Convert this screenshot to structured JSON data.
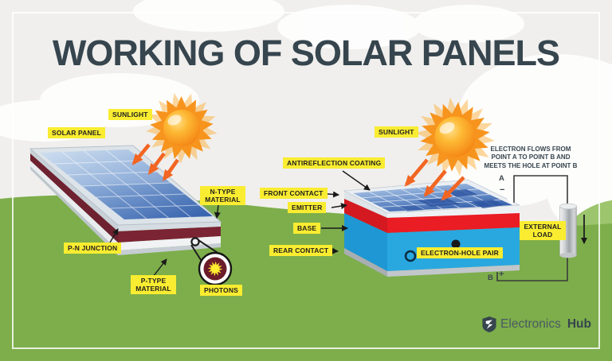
{
  "title": "WORKING OF SOLAR PANELS",
  "left_diagram": {
    "labels": {
      "sunlight": "SUNLIGHT",
      "solar_panel": "SOLAR PANEL",
      "n_type_material": "N-TYPE MATERIAL",
      "pn_junction": "P-N JUNCTION",
      "p_type_material": "P-TYPE MATERIAL",
      "photons": "PHOTONS"
    }
  },
  "right_diagram": {
    "labels": {
      "sunlight": "SUNLIGHT",
      "antireflection_coating": "ANTIREFLECTION COATING",
      "front_contact": "FRONT CONTACT",
      "emitter": "EMITTER",
      "base": "BASE",
      "rear_contact": "REAR CONTACT",
      "electron_hole_pair": "ELECTRON-HOLE PAIR",
      "external_load": "EXTERNAL LOAD"
    },
    "note_lines": {
      "line1": "ELECTRON FLOWS FROM",
      "line2": "POINT A TO POINT B AND",
      "line3": "MEETS THE HOLE AT POINT B"
    },
    "terminals": {
      "point_a": "A",
      "negative": "−",
      "point_b": "B",
      "positive": "+"
    }
  },
  "footer": {
    "brand_name": "Electronics",
    "brand_suffix": "Hub"
  },
  "colors": {
    "label_yellow": "#F9EC31",
    "ink": "#36454E",
    "grass": "#7DAE4B",
    "sky": "#F0EFED",
    "sun_orange": "#F7941D",
    "arrow_orange": "#F26522",
    "cell_blue": "#3A67B0",
    "emitter_red": "#EA1C24",
    "base_blue": "#29A8E0",
    "junction_maroon": "#6F2130"
  }
}
